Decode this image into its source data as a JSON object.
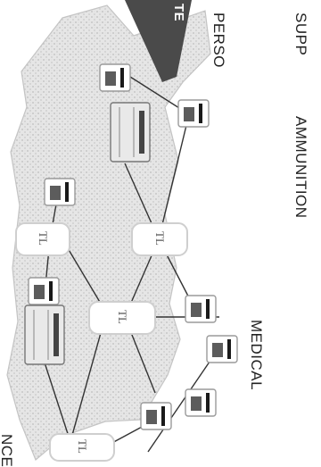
{
  "labels": {
    "personnel": "PERSO",
    "supply": "SUPP",
    "ammunition": "AMMUNITION",
    "medical": "MEDICAL",
    "maintenance": "NCE",
    "banner": "TE"
  },
  "hub_label": "TL",
  "hubs": [
    {
      "id": "hub-1",
      "label": "TL"
    },
    {
      "id": "hub-2",
      "label": "TL"
    },
    {
      "id": "hub-3",
      "label": "TL"
    },
    {
      "id": "hub-4",
      "label": "TL"
    }
  ],
  "terminal_count": 10,
  "printer_count": 2
}
